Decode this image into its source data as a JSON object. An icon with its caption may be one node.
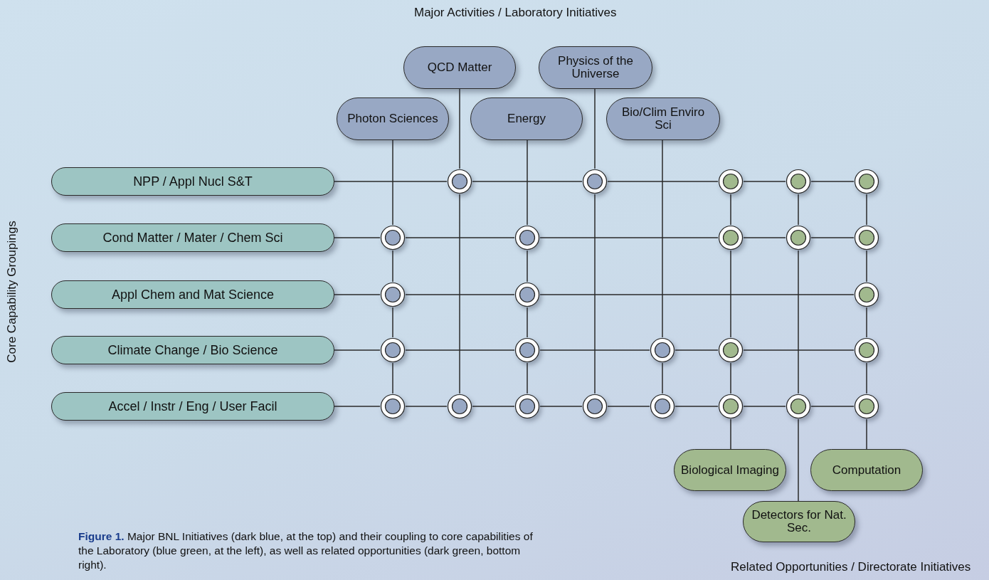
{
  "diagram": {
    "caption": "**Figure 1.** Major BNL Initiatives (dark blue, at the top) and their coupling to core capabilities of the Laboratory (blue green, at the left), as well as related opportunities (dark green, bottom right).",
    "nodes": [
      {
        "text": [
          "QCD Matter"
        ]
      },
      {
        "text": [
          "Physics of the Universe"
        ]
      },
      {
        "text": [
          "Photon Sciences"
        ]
      },
      {
        "text": [
          "Energy"
        ]
      },
      {
        "text": [
          "Bio/Clim Enviro Sci"
        ]
      },
      {
        "text": [
          "NPP / Appl Nucl S&T"
        ]
      },
      {
        "text": [
          "Cond Matter / Mater / Chem Sci"
        ]
      },
      {
        "text": [
          "Appl Chem and Mat Science"
        ]
      },
      {
        "text": [
          "Climate Change / Bio Science"
        ]
      },
      {
        "text": [
          "Accel / Instr / Eng / User Facil"
        ]
      },
      {
        "text": [],
        "shape": "circle"
      },
      {
        "text": [],
        "shape": "circle"
      },
      {
        "text": [],
        "shape": "circle"
      },
      {
        "text": [],
        "shape": "circle"
      },
      {
        "text": [],
        "shape": "circle"
      },
      {
        "text": [],
        "shape": "circle"
      },
      {
        "text": [],
        "shape": "circle"
      },
      {
        "text": [],
        "shape": "circle"
      },
      {
        "text": [],
        "shape": "circle"
      },
      {
        "text": [],
        "shape": "circle"
      },
      {
        "text": [],
        "shape": "circle"
      },
      {
        "text": [],
        "shape": "circle"
      },
      {
        "text": [],
        "shape": "circle"
      },
      {
        "text": [],
        "shape": "circle"
      },
      {
        "text": [],
        "shape": "circle"
      },
      {
        "text": [],
        "shape": "circle"
      },
      {
        "text": [],
        "shape": "circle"
      },
      {
        "text": [],
        "shape": "circle"
      },
      {
        "text": [],
        "shape": "circle"
      },
      {
        "text": [],
        "shape": "circle"
      },
      {
        "text": [],
        "shape": "circle"
      },
      {
        "text": [],
        "shape": "circle"
      },
      {
        "text": [],
        "shape": "circle"
      },
      {
        "text": [],
        "shape": "circle"
      },
      {
        "text": [],
        "shape": "circle"
      },
      {
        "text": [],
        "shape": "circle"
      },
      {
        "text": [
          "Biological Imaging"
        ]
      },
      {
        "text": [
          "Computation"
        ]
      },
      {
        "text": [
          "Detectors for Nat. Sec."
        ]
      }
    ],
    "edges": [
      {
        "from": 5,
        "to": 10,
        "arrow": "none"
      },
      {
        "from": 10,
        "to": 11,
        "arrow": "none"
      },
      {
        "from": 11,
        "to": 12,
        "arrow": "none"
      },
      {
        "from": 12,
        "to": 13,
        "arrow": "none"
      },
      {
        "from": 13,
        "to": 14,
        "arrow": "none"
      },
      {
        "from": 6,
        "to": 15,
        "arrow": "none"
      },
      {
        "from": 15,
        "to": 16,
        "arrow": "none"
      },
      {
        "from": 16,
        "to": 17,
        "arrow": "none"
      },
      {
        "from": 17,
        "to": 18,
        "arrow": "none"
      },
      {
        "from": 18,
        "to": 19,
        "arrow": "none"
      },
      {
        "from": 7,
        "to": 20,
        "arrow": "none"
      },
      {
        "from": 20,
        "to": 21,
        "arrow": "none"
      },
      {
        "from": 21,
        "to": 22,
        "arrow": "none"
      },
      {
        "from": 8,
        "to": 23,
        "arrow": "none"
      },
      {
        "from": 23,
        "to": 24,
        "arrow": "none"
      },
      {
        "from": 24,
        "to": 25,
        "arrow": "none"
      },
      {
        "from": 25,
        "to": 26,
        "arrow": "none"
      },
      {
        "from": 26,
        "to": 27,
        "arrow": "none"
      },
      {
        "from": 9,
        "to": 28,
        "arrow": "none"
      },
      {
        "from": 28,
        "to": 29,
        "arrow": "none"
      },
      {
        "from": 29,
        "to": 30,
        "arrow": "none"
      },
      {
        "from": 30,
        "to": 31,
        "arrow": "none"
      },
      {
        "from": 31,
        "to": 32,
        "arrow": "none"
      },
      {
        "from": 32,
        "to": 33,
        "arrow": "none"
      },
      {
        "from": 33,
        "to": 34,
        "arrow": "none"
      },
      {
        "from": 34,
        "to": 35,
        "arrow": "none"
      },
      {
        "from": 2,
        "to": 15,
        "arrow": "none"
      },
      {
        "from": 15,
        "to": 20,
        "arrow": "none"
      },
      {
        "from": 20,
        "to": 23,
        "arrow": "none"
      },
      {
        "from": 23,
        "to": 28,
        "arrow": "none"
      },
      {
        "from": 0,
        "to": 10,
        "arrow": "none"
      },
      {
        "from": 10,
        "to": 29,
        "arrow": "none"
      },
      {
        "from": 3,
        "to": 16,
        "arrow": "none"
      },
      {
        "from": 16,
        "to": 21,
        "arrow": "none"
      },
      {
        "from": 21,
        "to": 24,
        "arrow": "none"
      },
      {
        "from": 24,
        "to": 30,
        "arrow": "none"
      },
      {
        "from": 1,
        "to": 11,
        "arrow": "none"
      },
      {
        "from": 11,
        "to": 31,
        "arrow": "none"
      },
      {
        "from": 4,
        "to": 25,
        "arrow": "none"
      },
      {
        "from": 25,
        "to": 32,
        "arrow": "none"
      },
      {
        "from": 12,
        "to": 17,
        "arrow": "none"
      },
      {
        "from": 17,
        "to": 26,
        "arrow": "none"
      },
      {
        "from": 26,
        "to": 33,
        "arrow": "none"
      },
      {
        "from": 33,
        "to": 36,
        "arrow": "none"
      },
      {
        "from": 13,
        "to": 18,
        "arrow": "none"
      },
      {
        "from": 18,
        "to": 34,
        "arrow": "none"
      },
      {
        "from": 34,
        "to": 38,
        "arrow": "none"
      },
      {
        "from": 14,
        "to": 19,
        "arrow": "none"
      },
      {
        "from": 19,
        "to": 22,
        "arrow": "none"
      },
      {
        "from": 22,
        "to": 27,
        "arrow": "none"
      },
      {
        "from": 27,
        "to": 35,
        "arrow": "none"
      },
      {
        "from": 35,
        "to": 37,
        "arrow": "none"
      }
    ],
    "labels": [
      "Major Activities / Laboratory Initiatives",
      "Core Capability Groupings",
      "Related Opportunities / Directorate Initiatives"
    ]
  }
}
